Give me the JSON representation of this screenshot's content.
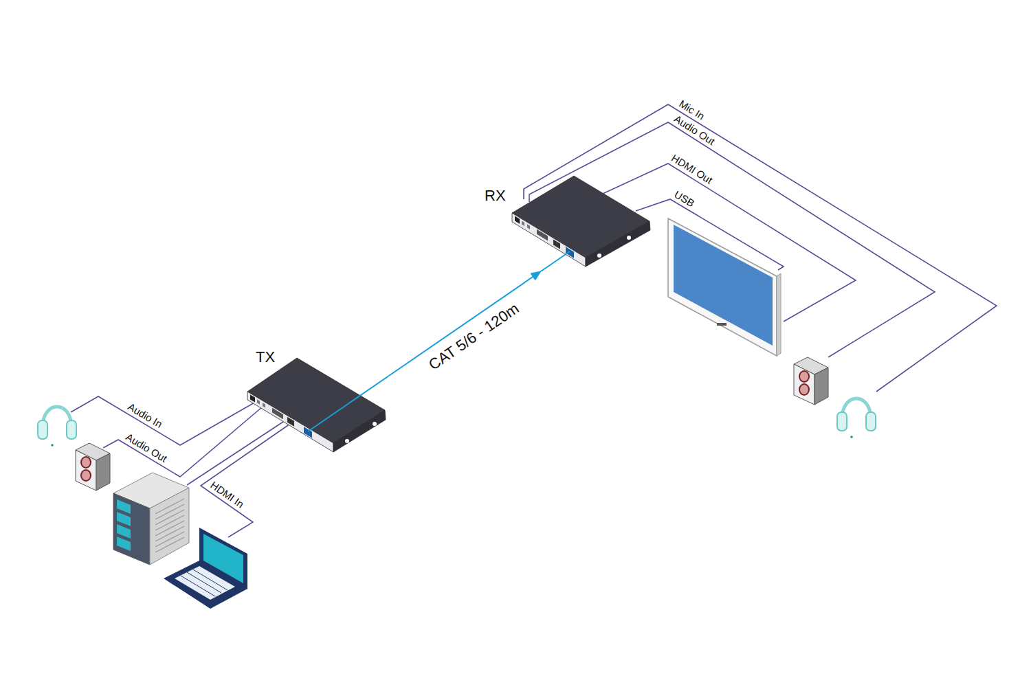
{
  "diagram": {
    "nodes": [
      {
        "text": [
          "TX"
        ]
      },
      {
        "text": [
          "RX"
        ]
      }
    ],
    "edges": [
      {
        "from": 0,
        "to": 1,
        "arrow": "to",
        "label": "CAT 5/6 - 120m"
      }
    ],
    "labels": [
      "Audio In",
      "Audio Out",
      "HDMI In",
      "Mic In",
      "Audio Out",
      "HDMI Out",
      "USB"
    ]
  }
}
